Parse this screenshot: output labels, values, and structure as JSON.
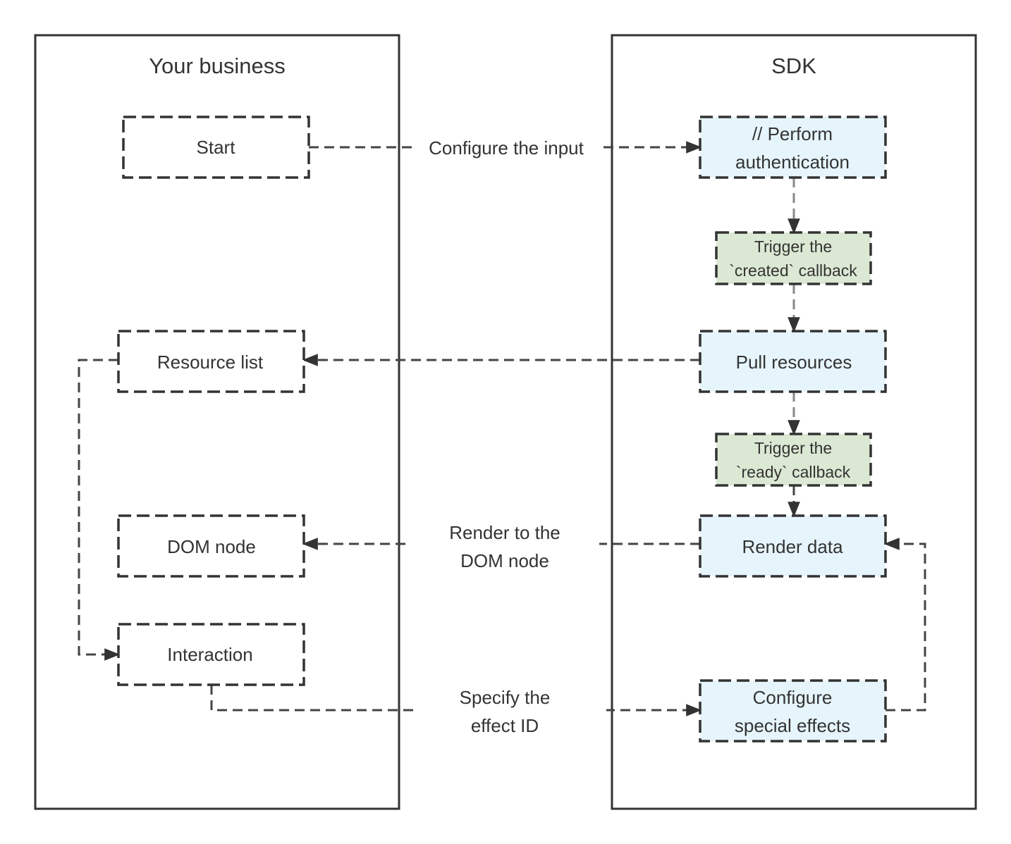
{
  "colors": {
    "line": "#444444",
    "lane_border": "#333333",
    "process_fill": "#e6f5fc",
    "callback_fill": "#dbe8d3",
    "plain_fill": "#ffffff"
  },
  "lanes": {
    "business": {
      "title": "Your business"
    },
    "sdk": {
      "title": "SDK"
    }
  },
  "nodes": {
    "start": {
      "label": "Start"
    },
    "resource_list": {
      "label": "Resource list"
    },
    "dom_node": {
      "label": "DOM node"
    },
    "interaction": {
      "label": "Interaction"
    },
    "auth": {
      "line1": "// Perform",
      "line2": "authentication"
    },
    "created_cb": {
      "line1": "Trigger the",
      "line2": "`created` callback"
    },
    "pull": {
      "label": "Pull resources"
    },
    "ready_cb": {
      "line1": "Trigger the",
      "line2": "`ready` callback"
    },
    "render": {
      "label": "Render data"
    },
    "effects": {
      "line1": "Configure",
      "line2": "special effects"
    }
  },
  "edges": {
    "configure": {
      "label": "Configure the input"
    },
    "render_dom": {
      "line1": "Render to the",
      "line2": "DOM node"
    },
    "effect_id": {
      "line1": "Specify the",
      "line2": "effect ID"
    }
  }
}
